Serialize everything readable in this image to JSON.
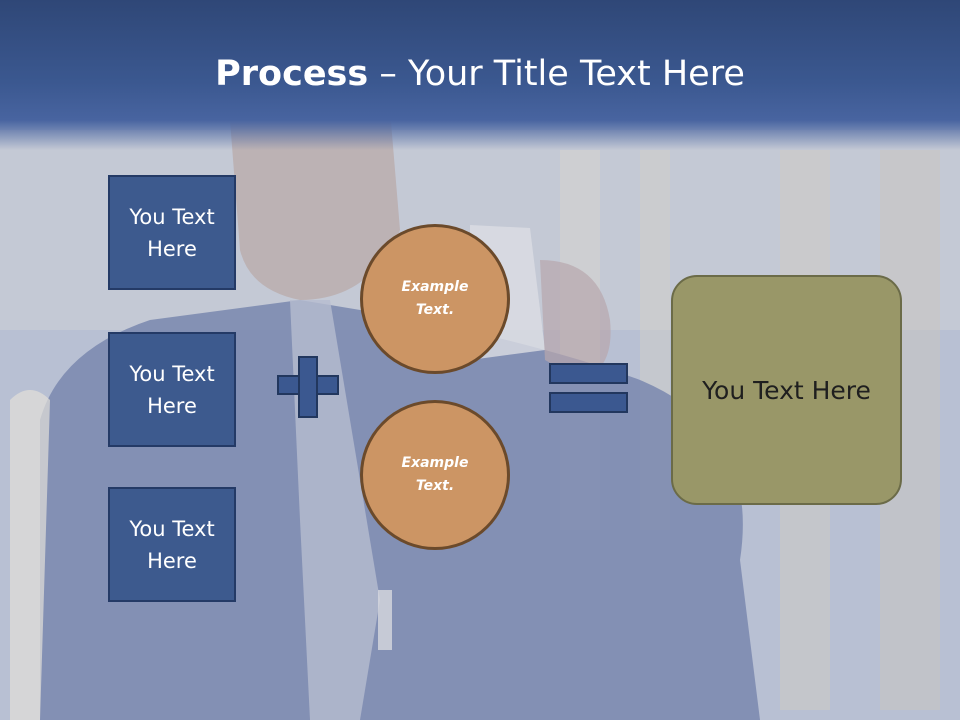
{
  "title": {
    "bold": "Process",
    "rest": " – Your Title Text Here"
  },
  "left_boxes": [
    {
      "label": "You Text Here"
    },
    {
      "label": "You Text Here"
    },
    {
      "label": "You Text Here"
    }
  ],
  "circles": [
    {
      "label": "Example Text."
    },
    {
      "label": "Example Text."
    }
  ],
  "result": {
    "label": "You Text Here"
  },
  "colors": {
    "title_bar": "#3b5890",
    "box_fill": "#3d5a8e",
    "circle_fill": "#cc9564",
    "result_fill": "#999768",
    "operator_fill": "#3b5890"
  }
}
